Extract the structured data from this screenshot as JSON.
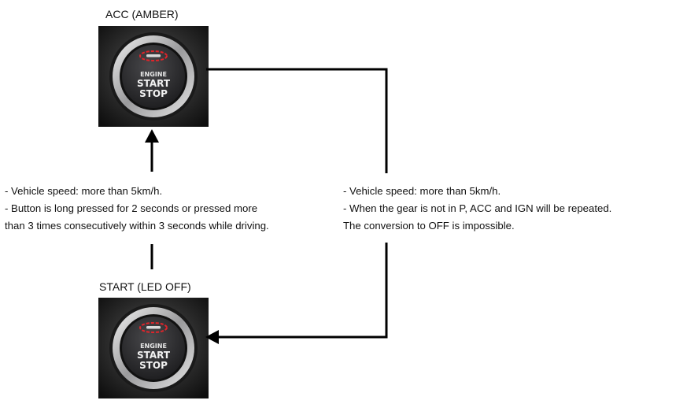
{
  "diagram": {
    "states": {
      "acc": {
        "title": "ACC (AMBER)",
        "button_text": {
          "line1": "ENGINE",
          "line2": "START",
          "line3": "STOP"
        }
      },
      "start": {
        "title": "START (LED OFF)",
        "button_text": {
          "line1": "ENGINE",
          "line2": "START",
          "line3": "STOP"
        }
      }
    },
    "transitions": {
      "start_to_acc": {
        "lines": [
          "- Vehicle speed: more than  5km/h.",
          "- Button is long pressed for 2 seconds or pressed more",
          "than 3 times consecutively within 3 seconds while driving."
        ]
      },
      "acc_to_start": {
        "lines": [
          "- Vehicle speed: more than  5km/h.",
          "- When the gear is not in P, ACC and IGN will be repeated.",
          "The conversion to OFF is impossible."
        ]
      }
    },
    "colors": {
      "indicator_ring": "#e0242a",
      "button_face": "#2a2a2c",
      "bezel": "#c8c8ca",
      "line": "#000000"
    }
  }
}
